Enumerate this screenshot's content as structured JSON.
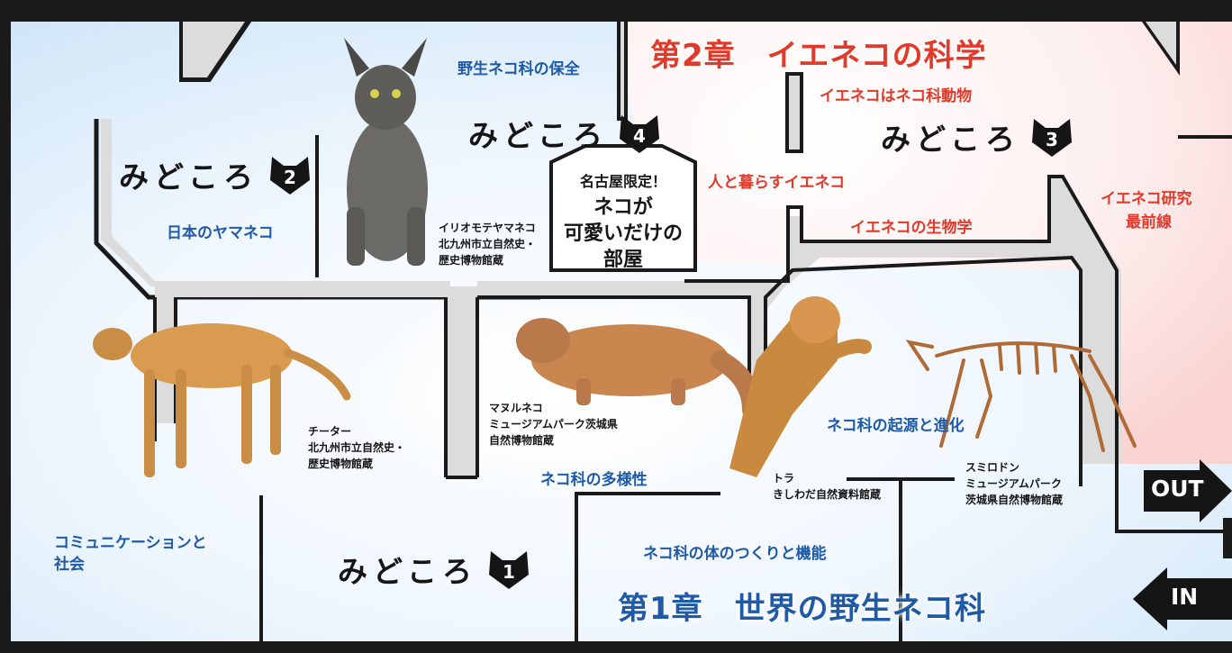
{
  "chapters": {
    "ch1": "第1章　世界の野生ネコ科",
    "ch2": "第2章　イエネコの科学"
  },
  "midokoro": {
    "label": "みどころ",
    "m1": "1",
    "m2": "2",
    "m3": "3",
    "m4": "4"
  },
  "zones": {
    "conservation": "野生ネコ科の保全",
    "japan_wildcat": "日本のヤマネコ",
    "communication_1": "コミュニケーションと",
    "communication_2": "社会",
    "diversity": "ネコ科の多様性",
    "origin": "ネコ科の起源と進化",
    "body": "ネコ科の体のつくりと機能",
    "domestic_is_felid": "イエネコはネコ科動物",
    "living_with": "人と暮らすイエネコ",
    "biology": "イエネコの生物学",
    "research_1": "イエネコ研究",
    "research_2": "最前線"
  },
  "room4": {
    "line1": "名古屋限定！",
    "line2": "ネコが\n可愛いだけの\n部屋"
  },
  "captions": {
    "iriomote": "イリオモテヤマネコ\n北九州市立自然史・\n歴史博物館蔵",
    "cheetah": "チーター\n北九州市立自然史・\n歴史博物館蔵",
    "manul": "マヌルネコ\nミュージアムパーク茨城県\n自然博物館蔵",
    "tiger": "トラ\nきしわだ自然資料館蔵",
    "smilodon": "スミロドン\nミュージアムパーク\n茨城県自然博物館蔵"
  },
  "exits": {
    "out": "OUT",
    "in": "IN"
  },
  "colors": {
    "wall": "#1a1a1a",
    "corridor": "#dcdcdc",
    "chapter1": "#1f5aa6",
    "chapter2": "#e23a2a"
  }
}
